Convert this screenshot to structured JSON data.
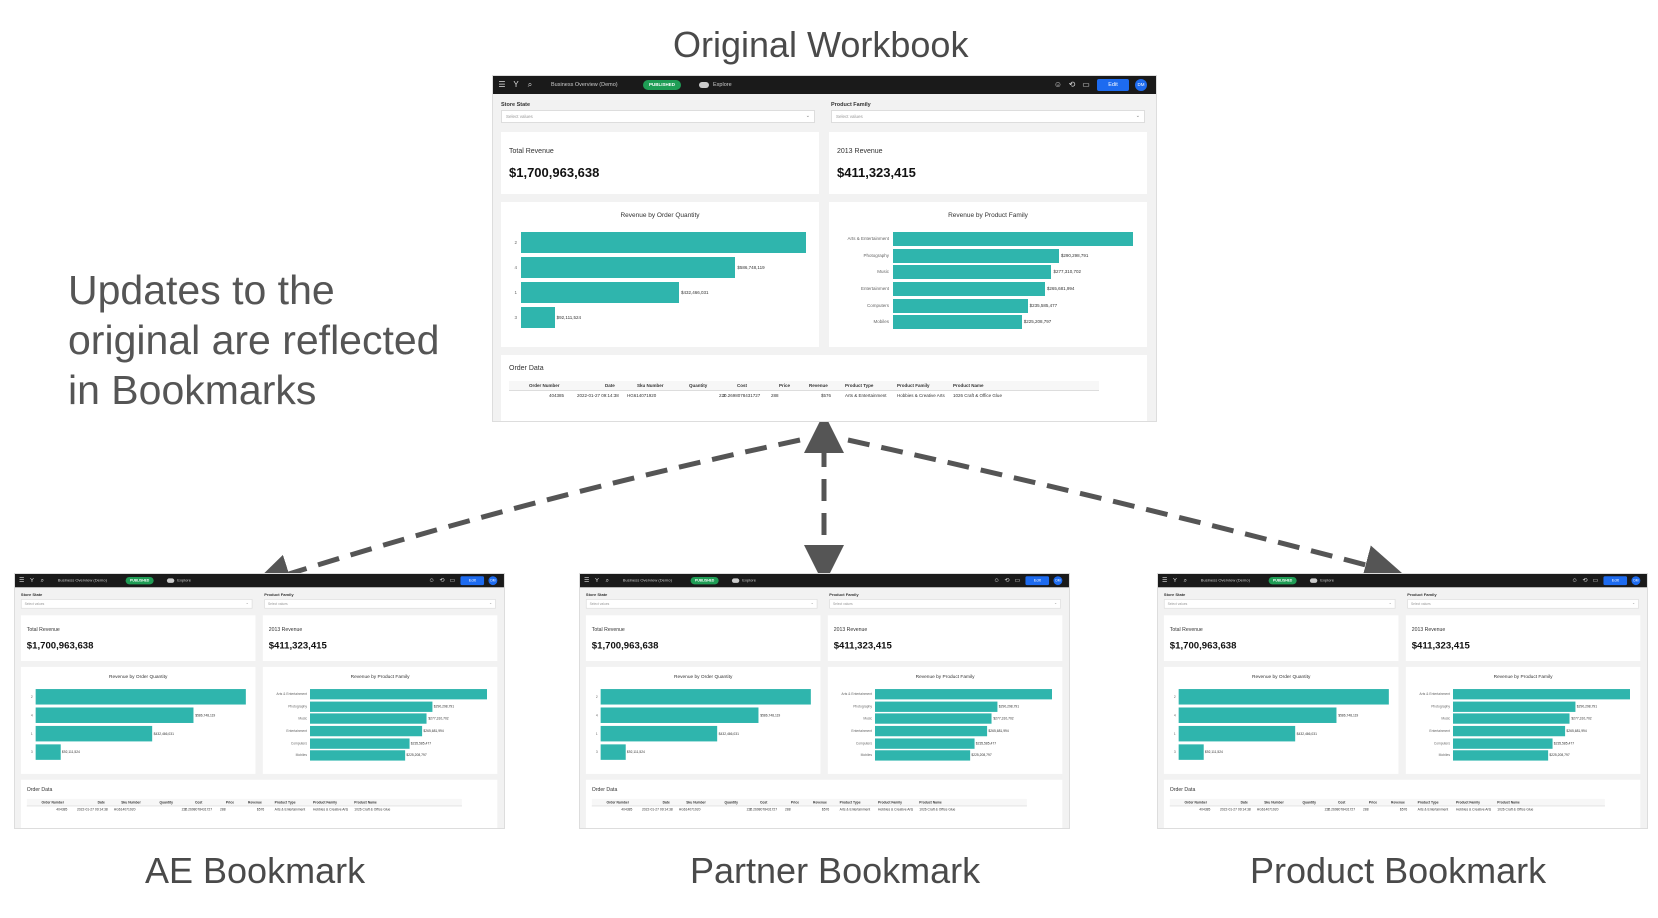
{
  "diagram": {
    "title": "Original Workbook",
    "note": "Updates to the original are reflected in Bookmarks",
    "bookmarks": [
      "AE Bookmark",
      "Partner Bookmark",
      "Product Bookmark"
    ]
  },
  "workbook": {
    "name": "Business Overview (Demo)",
    "status": "PUBLISHED",
    "explore_label": "Explore",
    "edit_label": "Edit",
    "avatar_initials": "DM",
    "filters": [
      {
        "label": "Store State",
        "placeholder": "Select values"
      },
      {
        "label": "Product Family",
        "placeholder": "Select values"
      }
    ],
    "kpis": [
      {
        "title": "Total Revenue",
        "value": "$1,700,963,638"
      },
      {
        "title": "2013 Revenue",
        "value": "$411,323,415"
      }
    ],
    "table": {
      "title": "Order Data",
      "columns": [
        "Order Number",
        "Date",
        "Sku Number",
        "Quantity",
        "Cost",
        "Price",
        "Revenue",
        "Product Type",
        "Product Family",
        "Product Name"
      ],
      "row": [
        "404385",
        "2022-01-27 09:14:38",
        "HG614071920",
        "2",
        "220.2698078431727",
        "288",
        "$576",
        "Arts & Entertainment",
        "Hobbies & Creative Arts",
        "1026 Craft & Office Glue"
      ]
    }
  },
  "chart_data": [
    {
      "type": "bar",
      "title": "Revenue by Order Quantity",
      "categories": [
        "2",
        "4",
        "1",
        "3"
      ],
      "values": [
        null,
        586748119,
        432466031,
        92111524
      ],
      "value_labels": [
        "",
        "$586,748,119",
        "$432,466,031",
        "$92,111,524"
      ],
      "orientation": "horizontal",
      "xlim": [
        0,
        780000000
      ]
    },
    {
      "type": "bar",
      "title": "Revenue by Product Family",
      "categories": [
        "Arts & Entertainment",
        "Photography",
        "Music",
        "Entertainment",
        "Computers",
        "Mobiles"
      ],
      "values": [
        null,
        290298791,
        277310702,
        265681994,
        235585477,
        225208797
      ],
      "value_labels": [
        "",
        "$290,298,791",
        "$277,310,702",
        "$265,681,994",
        "$235,585,477",
        "$225,208,797"
      ],
      "orientation": "horizontal",
      "xlim": [
        0,
        420000000
      ]
    }
  ]
}
